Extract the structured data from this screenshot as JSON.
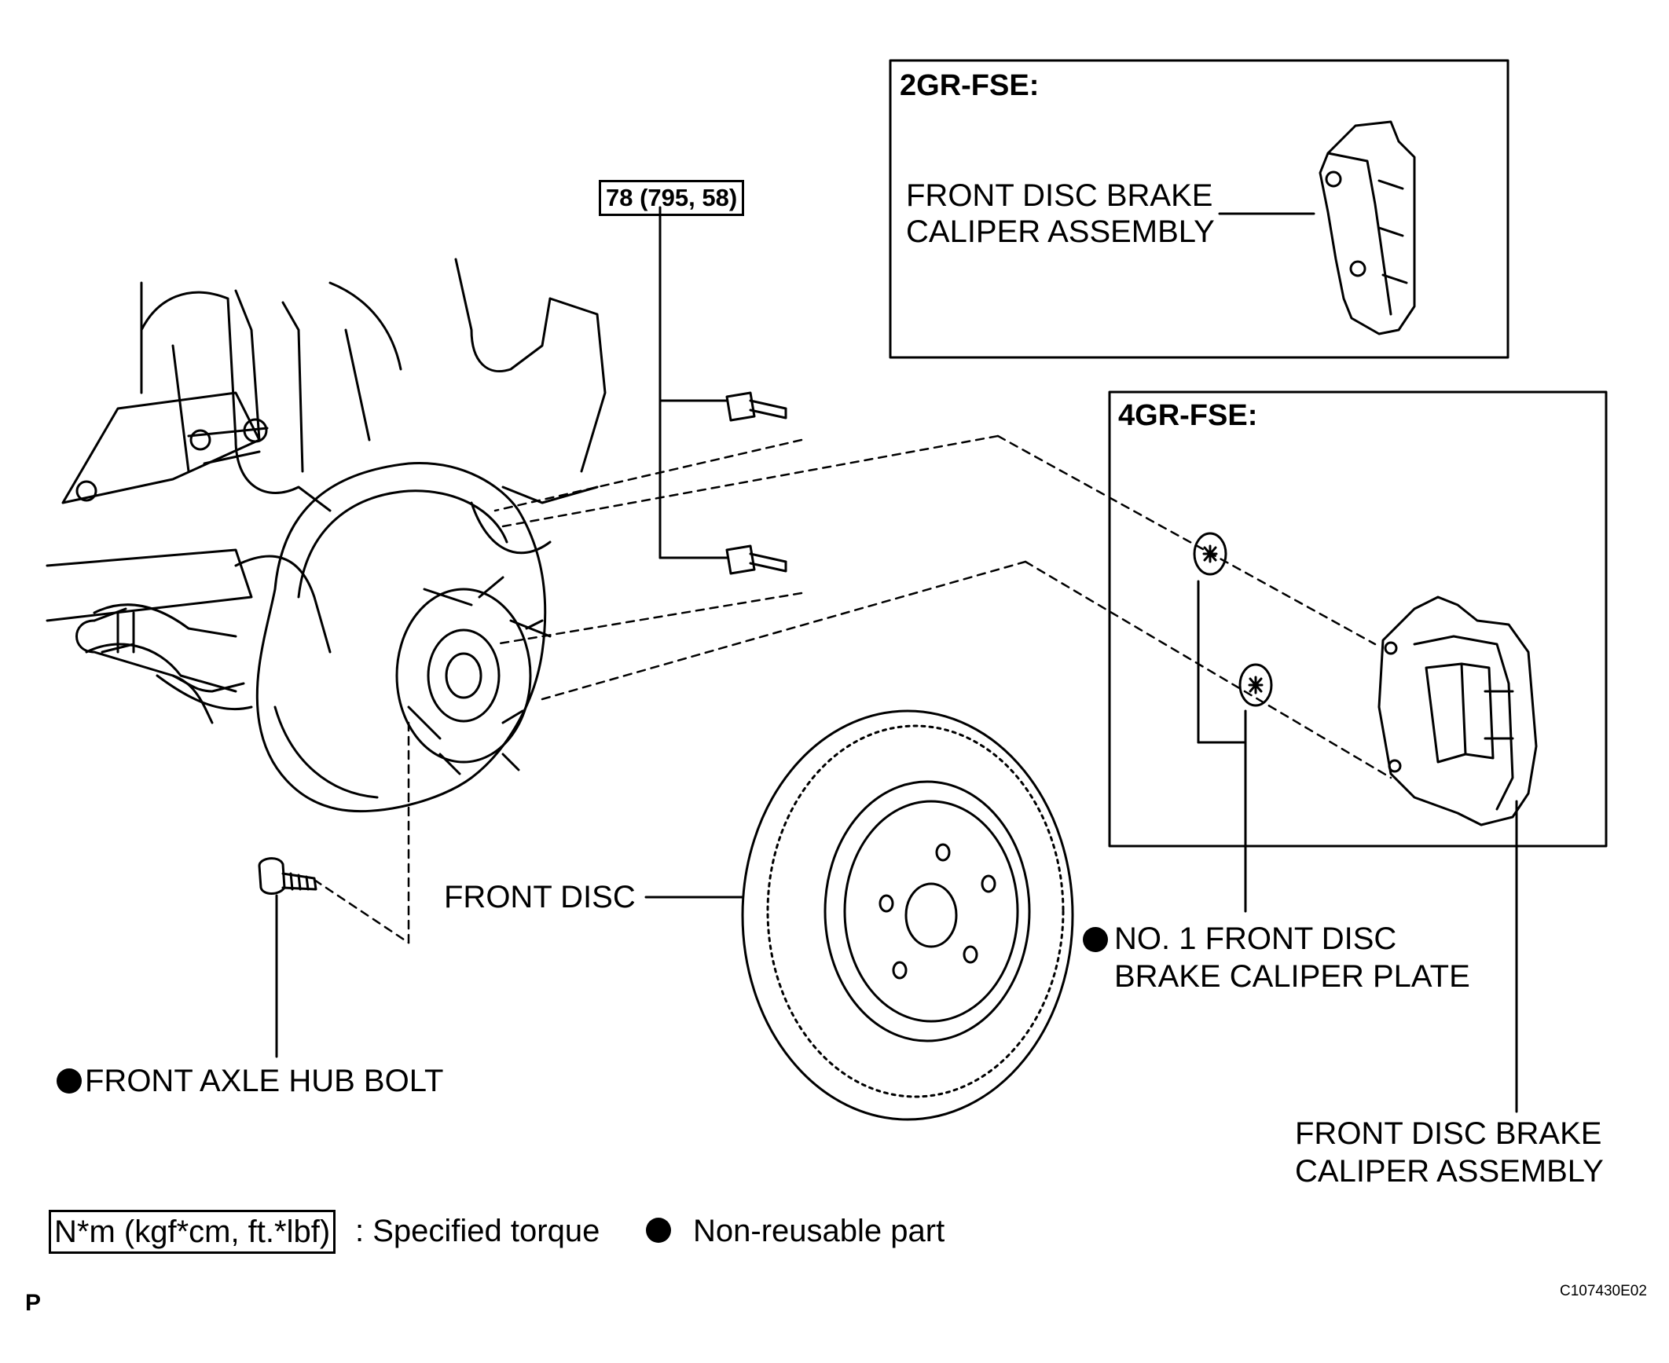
{
  "torque_spec": "78 (795, 58)",
  "variants": {
    "variant_a": {
      "title": "2GR-FSE:",
      "caliper_line1": "FRONT DISC BRAKE",
      "caliper_line2": "CALIPER ASSEMBLY"
    },
    "variant_b": {
      "title": "4GR-FSE:"
    }
  },
  "labels": {
    "front_disc": "FRONT DISC",
    "hub_bolt": "FRONT AXLE HUB BOLT",
    "caliper_plate_line1": "NO. 1 FRONT DISC",
    "caliper_plate_line2": "BRAKE CALIPER PLATE",
    "caliper_line1": "FRONT DISC BRAKE",
    "caliper_line2": "CALIPER ASSEMBLY"
  },
  "legend": {
    "torque_unit": "N*m (kgf*cm, ft.*lbf)",
    "torque_text": ": Specified torque",
    "nonreusable_text": "Non-reusable part"
  },
  "corner_code": "P",
  "figure_id": "C107430E02"
}
